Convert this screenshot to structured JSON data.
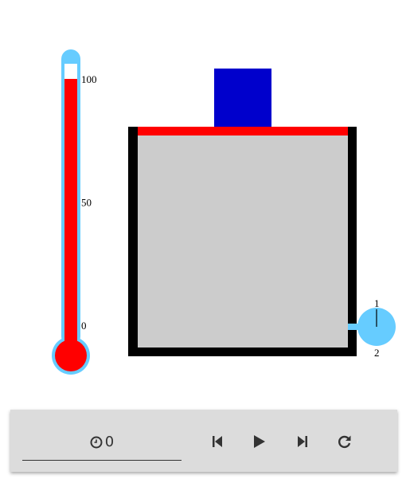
{
  "thermometer": {
    "ticks": [
      {
        "value": 100,
        "label": "100"
      },
      {
        "value": 50,
        "label": "50"
      },
      {
        "value": 0,
        "label": "0"
      }
    ],
    "level": 100,
    "fluid_color": "#ff0000",
    "tube_color": "#66ccff"
  },
  "container": {
    "wall_color": "#000000",
    "interior_color": "#cccccc",
    "piston_color": "#ff0000",
    "weight_color": "#0000cc"
  },
  "gauge": {
    "label_top": "1",
    "label_bottom": "2",
    "color": "#66ccff"
  },
  "controls": {
    "time_value": "0",
    "icons": [
      "clock-icon",
      "step-back-icon",
      "play-icon",
      "step-forward-icon",
      "reset-icon"
    ]
  }
}
